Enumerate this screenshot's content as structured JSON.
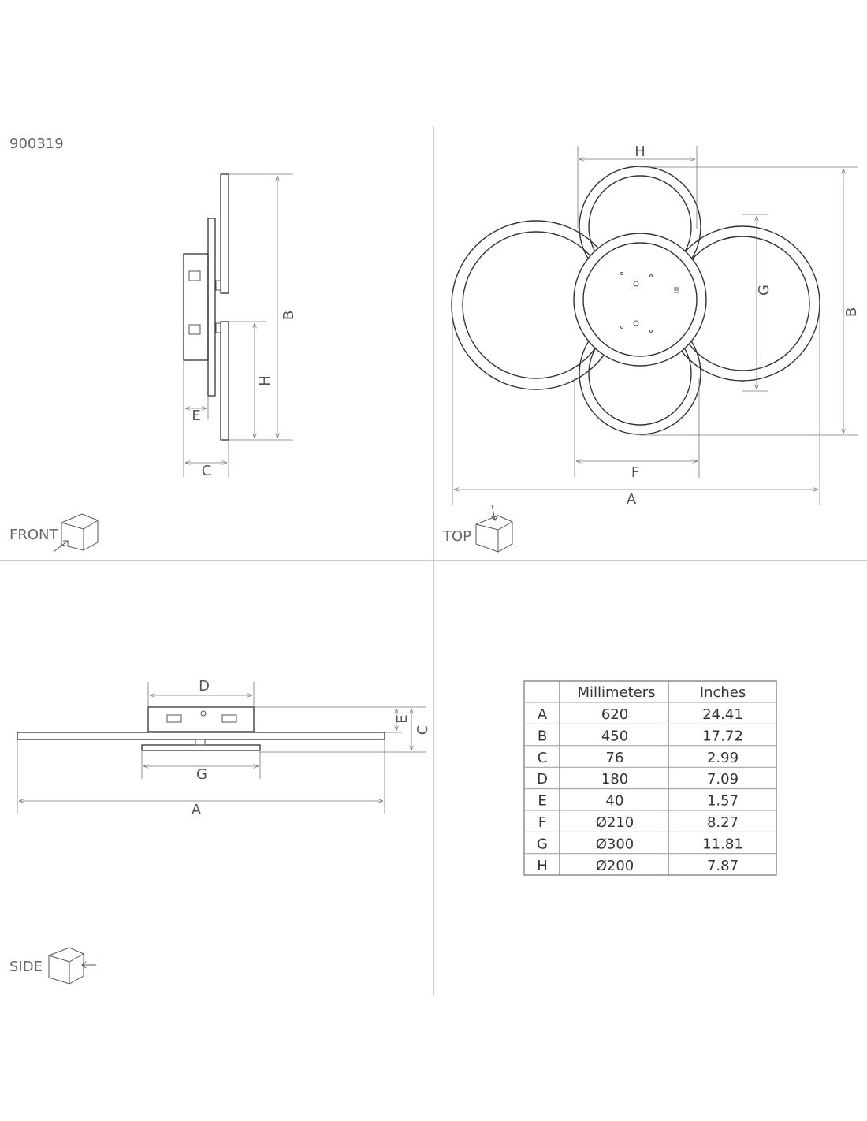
{
  "model_number": "900319",
  "views": {
    "front": "FRONT",
    "top": "TOP",
    "side": "SIDE"
  },
  "dimension_labels": {
    "A": "A",
    "B": "B",
    "C": "C",
    "D": "D",
    "E": "E",
    "F": "F",
    "G": "G",
    "H": "H"
  },
  "table": {
    "headers": [
      "",
      "Millimeters",
      "Inches"
    ],
    "rows": [
      [
        "A",
        "620",
        "24.41"
      ],
      [
        "B",
        "450",
        "17.72"
      ],
      [
        "C",
        "76",
        "2.99"
      ],
      [
        "D",
        "180",
        "7.09"
      ],
      [
        "E",
        "40",
        "1.57"
      ],
      [
        "F",
        "Ø210",
        "8.27"
      ],
      [
        "G",
        "Ø300",
        "11.81"
      ],
      [
        "H",
        "Ø200",
        "7.87"
      ]
    ]
  }
}
